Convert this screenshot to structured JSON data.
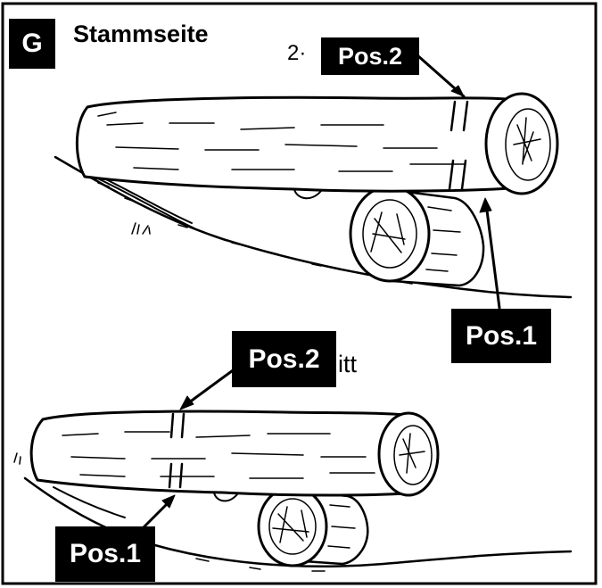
{
  "figure": {
    "badge": "G",
    "title": "Stammseite",
    "top_scene": {
      "pos2_label": "Pos.2",
      "pos1_label": "Pos.1",
      "stray_text": "2·"
    },
    "bottom_scene": {
      "pos2_label": "Pos.2",
      "pos1_label": "Pos.1",
      "stray_text": "itt"
    }
  },
  "colors": {
    "ink": "#000000",
    "paper": "#ffffff"
  }
}
